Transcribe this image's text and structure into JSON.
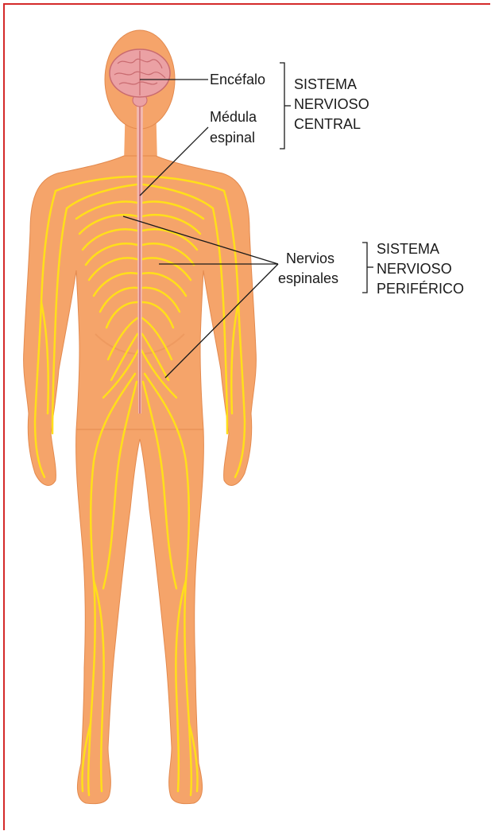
{
  "labels": {
    "encefalo": "Encéfalo",
    "medula_line1": "Médula",
    "medula_line2": "espinal",
    "nervios_line1": "Nervios",
    "nervios_line2": "espinales",
    "snc_line1": "SISTEMA",
    "snc_line2": "NERVIOSO",
    "snc_line3": "CENTRAL",
    "snp_line1": "SISTEMA",
    "snp_line2": "NERVIOSO",
    "snp_line3": "PERIFÉRICO"
  },
  "colors": {
    "frame": "#d42a2a",
    "skin": "#f5a46a",
    "skin_outline": "#e38a4f",
    "nerve": "#ffdf1a",
    "brain": "#eba1a4",
    "brain_fold": "#c96b70",
    "spinal_cord": "#f2b8b0",
    "leader": "#1a1a1a"
  }
}
